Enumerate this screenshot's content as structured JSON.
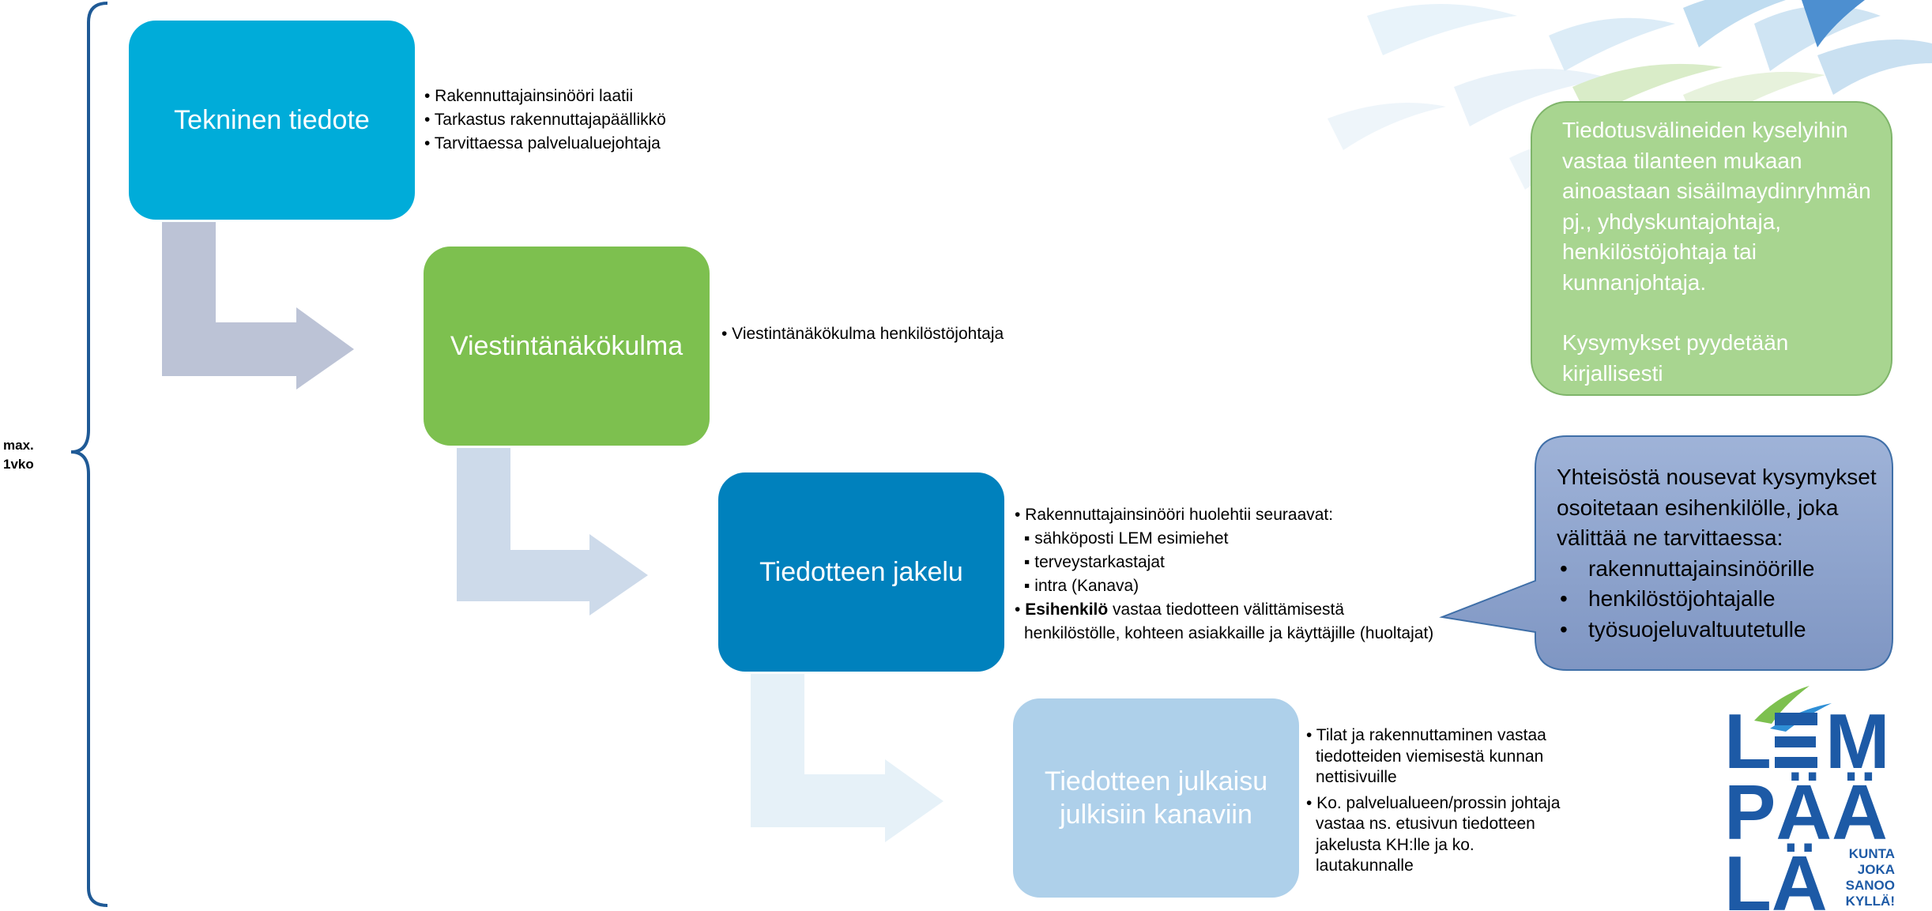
{
  "bracket_label": [
    "max.",
    "1vko"
  ],
  "steps": [
    {
      "label": "Tekninen tiedote",
      "color": "#00acd9"
    },
    {
      "label": "Viestintänäkökulma",
      "color": "#7dc04f"
    },
    {
      "label": "Tiedotteen jakelu",
      "color": "#0081bd"
    },
    {
      "label": "Tiedotteen julkaisu julkisiin kanaviin",
      "color": "#aed0ea"
    }
  ],
  "notes": {
    "tekninen": [
      "• Rakennuttajainsinööri laatii",
      "• Tarkastus rakennuttajapäällikkö",
      "• Tarvittaessa palvelualuejohtaja"
    ],
    "viestinta": [
      "• Viestintänäkökulma henkilöstöjohtaja"
    ],
    "jakelu": {
      "intro": "• Rakennuttajainsinööri huolehtii seuraavat:",
      "sub": [
        "▪ sähköposti LEM esimiehet",
        "▪ terveystarkastajat",
        "▪ intra (Kanava)"
      ],
      "esihenkilo_bold": "Esihenkilö",
      "esihenkilo_rest": " vastaa tiedotteen välittämisestä",
      "esihenkilo_line2": "henkilöstölle, kohteen asiakkaille ja käyttäjille (huoltajat)"
    },
    "julkaisu": [
      [
        "• Tilat ja rakennuttaminen vastaa",
        "tiedotteiden viemisestä kunnan",
        "nettisivuille"
      ],
      [
        "• Ko. palvelualueen/prossin johtaja",
        "vastaa ns. etusivun tiedotteen",
        "jakelusta KH:lle ja ko.",
        "lautakunnalle"
      ]
    ]
  },
  "callout_green": {
    "lines": [
      "Tiedotusvälineiden kyselyihin",
      "vastaa tilanteen mukaan",
      "ainoastaan sisäilmaydinryhmän",
      "pj., yhdyskuntajohtaja,",
      "henkilöstöjohtaja tai",
      "kunnanjohtaja."
    ],
    "lines2": [
      "Kysymykset pyydetään",
      "kirjallisesti"
    ]
  },
  "callout_blue": {
    "intro": [
      "Yhteisöstä  nousevat kysymykset",
      "osoitetaan esihenkilölle, joka",
      "välittää ne tarvittaessa:"
    ],
    "items": [
      "rakennuttajainsinöörille",
      "henkilöstöjohtajalle",
      "työsuojeluvaltuutetulle"
    ]
  },
  "logo": {
    "rows": [
      "L M",
      "PÄÄ",
      "LÄ"
    ],
    "slogan": [
      "KUNTA",
      "JOKA",
      "SANOO",
      "KYLLÄ!"
    ],
    "color": "#1d5aa6"
  }
}
